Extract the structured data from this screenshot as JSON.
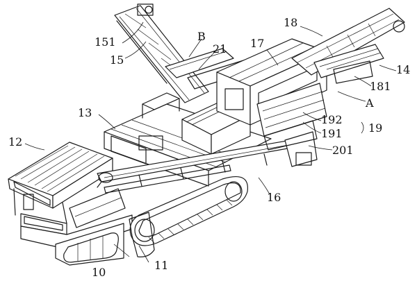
{
  "labels": {
    "l10": "10",
    "l11": "11",
    "l12": "12",
    "l13": "13",
    "l14": "14",
    "l15": "15",
    "l151": "151",
    "l16": "16",
    "l17": "17",
    "l18": "18",
    "l181": "181",
    "l19": "19",
    "l191": "191",
    "l192": "192",
    "l201": "201",
    "l21": "21",
    "lA": "A",
    "lB": "B"
  }
}
